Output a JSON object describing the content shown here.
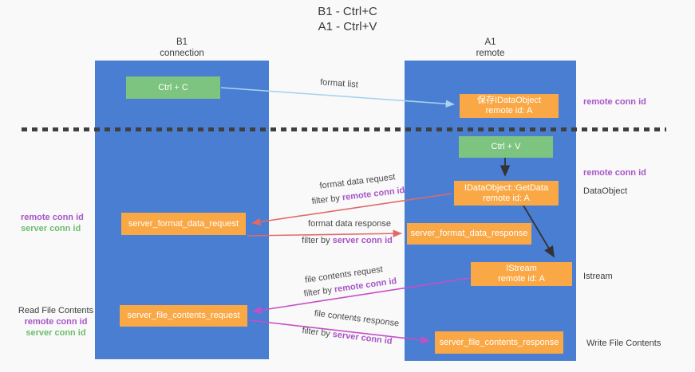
{
  "title": {
    "line1": "B1 - Ctrl+C",
    "line2": "A1 - Ctrl+V"
  },
  "lanes": {
    "left": {
      "name": "B1",
      "role": "connection"
    },
    "right": {
      "name": "A1",
      "role": "remote"
    }
  },
  "nodes": {
    "ctrl_c": {
      "label": "Ctrl + C"
    },
    "save_dataobject": {
      "line1": "保存IDataObject",
      "line2": "remote id: A"
    },
    "ctrl_v": {
      "label": "Ctrl + V"
    },
    "getdata": {
      "line1": "IDataObject::GetData",
      "line2": "remote id: A"
    },
    "server_format_data_request": {
      "label": "server_format_data_request"
    },
    "server_format_data_response": {
      "label": "server_format_data_response"
    },
    "istream": {
      "line1": "IStream",
      "line2": "remote id: A"
    },
    "server_file_contents_request": {
      "label": "server_file_contents_request"
    },
    "server_file_contents_response": {
      "label": "server_file_contents_response"
    }
  },
  "edges": {
    "format_list": "format list",
    "format_data_request": "format data request",
    "format_data_response": "format data response",
    "file_contents_request": "file contents request",
    "file_contents_response": "file contents response",
    "filter_by": "filter by ",
    "remote_conn_id": "remote conn id",
    "server_conn_id": "server conn id"
  },
  "side_labels": {
    "left_top": {
      "remote": "remote conn id",
      "server": "server conn id"
    },
    "left_bottom": {
      "title": "Read File Contents",
      "remote": "remote conn id",
      "server": "server conn id"
    },
    "right": {
      "remote_1": "remote conn id",
      "remote_2": "remote conn id",
      "dataobject": "DataObject",
      "istream": "Istream",
      "write_file_contents": "Write File Contents"
    }
  },
  "colors": {
    "lane_blue": "#4a7ed2",
    "node_orange": "#f9a845",
    "node_green": "#7cc47f",
    "arrow_black": "#333333",
    "arrow_red": "#e06a68",
    "arrow_magenta": "#c64fc6",
    "arrow_lightblue": "#a9d3ef",
    "text_purple": "#a855c8",
    "text_green": "#6dbe6d",
    "dashed_line": "#3f3f3f"
  }
}
